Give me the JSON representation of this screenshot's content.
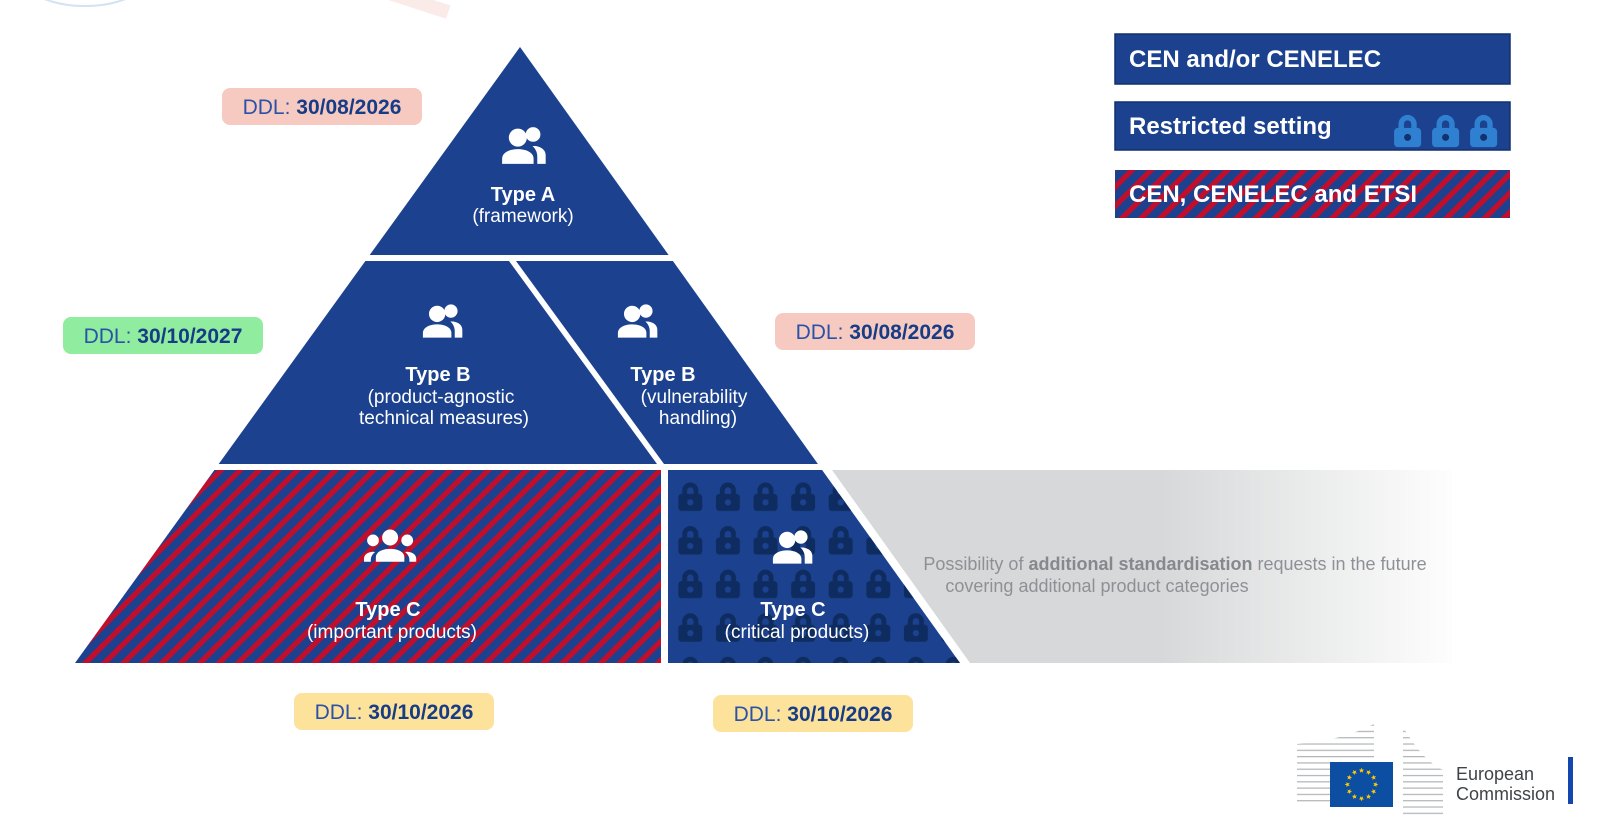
{
  "pyramid": {
    "type_a": {
      "title": "Type A",
      "subtitle": "(framework)",
      "ddl": {
        "prefix": "DDL: ",
        "date": "30/08/2026"
      }
    },
    "type_b_left": {
      "title": "Type B",
      "subtitle1": "(product-agnostic",
      "subtitle2": "technical measures)",
      "ddl": {
        "prefix": "DDL: ",
        "date": "30/10/2027"
      }
    },
    "type_b_right": {
      "title": "Type B",
      "subtitle1": "(vulnerability",
      "subtitle2": "handling)",
      "ddl": {
        "prefix": "DDL: ",
        "date": "30/08/2026"
      }
    },
    "type_c_important": {
      "title": "Type C",
      "subtitle": "(important products)",
      "ddl": {
        "prefix": "DDL: ",
        "date": "30/10/2026"
      }
    },
    "type_c_critical": {
      "title": "Type C",
      "subtitle": "(critical products)",
      "ddl": {
        "prefix": "DDL: ",
        "date": "30/10/2026"
      }
    }
  },
  "legend": {
    "items": [
      {
        "label": "CEN and/or CENELEC",
        "style": "solid-blue"
      },
      {
        "label": "Restricted setting",
        "style": "solid-blue-with-locks"
      },
      {
        "label": "CEN, CENELEC and ETSI",
        "style": "hatched-red-blue"
      }
    ]
  },
  "note": {
    "line1_part1": "Possibility of ",
    "line1_bold": "additional standardisation",
    "line1_part2": " requests in the future",
    "line2": "covering additional product categories"
  },
  "footer": {
    "org_line1": "European",
    "org_line2": "Commission"
  },
  "colors": {
    "pyramid_blue": "#1B418F",
    "stripe_red": "#C00E2D",
    "lock_dark": "#0E2C60",
    "lock_light": "#2F80D0",
    "ddl_text_blue": "#1D3FA0",
    "pink_label_bg": "#F7CAC1",
    "green_label_bg": "#90EC9F",
    "yellow_label_bg": "#FDE29C",
    "gray_band": "#D7D8D9",
    "gray_text": "#8D9196",
    "eu_flag_blue": "#0B4EA2",
    "star_yellow": "#FFCC00"
  }
}
